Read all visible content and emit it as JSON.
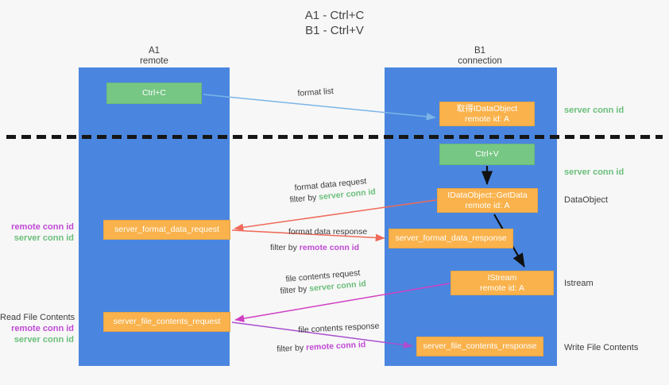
{
  "title": {
    "line1": "A1 - Ctrl+C",
    "line2": "B1 - Ctrl+V"
  },
  "columns": [
    {
      "name": "A1",
      "role": "remote"
    },
    {
      "name": "B1",
      "role": "connection"
    }
  ],
  "nodes": {
    "ctrl_c": {
      "line1": "Ctrl+C",
      "line2": "",
      "color": "#76c684"
    },
    "idataobject": {
      "line1": "取得IDataObject",
      "line2": "remote id: A",
      "color": "#f9b24c"
    },
    "ctrl_v": {
      "line1": "Ctrl+V",
      "line2": "",
      "color": "#76c684"
    },
    "getdata": {
      "line1": "IDataObject::GetData",
      "line2": "remote id: A",
      "color": "#f9b24c"
    },
    "istream": {
      "line1": "IStream",
      "line2": "remote id: A",
      "color": "#f9b24c"
    },
    "format_data_request": {
      "line1": "server_format_data_request",
      "line2": "",
      "color": "#f9b24c"
    },
    "format_data_response": {
      "line1": "server_format_data_response",
      "line2": "",
      "color": "#f9b24c"
    },
    "file_contents_request": {
      "line1": "server_file_contents_request",
      "line2": "",
      "color": "#f9b24c"
    },
    "file_contents_response": {
      "line1": "server_file_contents_response",
      "line2": "",
      "color": "#f9b24c"
    }
  },
  "side_labels": {
    "server_conn_id_top": "server conn id",
    "server_conn_id_mid": "server conn id",
    "dataobject": "DataObject",
    "istream": "Istream",
    "write_file_contents": "Write File Contents"
  },
  "left_labels": {
    "group1": {
      "remote": "remote conn id",
      "server": "server conn id"
    },
    "group2": {
      "heading": "Read File Contents",
      "remote": "remote conn id",
      "server": "server conn id"
    }
  },
  "annotations": {
    "format_list": "format list",
    "format_data_request": "format data request",
    "format_data_request_filter_prefix": "filter by ",
    "format_data_request_filter_value": "server conn id",
    "format_data_response": "format data response",
    "format_data_response_filter_prefix": "filter by ",
    "format_data_response_filter_value": "remote conn id",
    "file_contents_request": "file contents request",
    "file_contents_request_filter_prefix": "filter by ",
    "file_contents_request_filter_value": "server conn id",
    "file_contents_response": "file contents response",
    "file_contents_response_filter_prefix": "filter by ",
    "file_contents_response_filter_value": "remote conn id"
  },
  "colors": {
    "lane": "#4a86df",
    "green_box": "#76c684",
    "orange_box": "#f9b24c",
    "arrow_blue": "#7bb5e8",
    "arrow_red": "#ef6a5a",
    "arrow_magenta": "#d13fc4",
    "arrow_purple": "#a84fd0",
    "arrow_black": "#111111",
    "text_magenta": "#c049d4",
    "text_green": "#6bbf7b",
    "background": "#f7f7f7"
  }
}
